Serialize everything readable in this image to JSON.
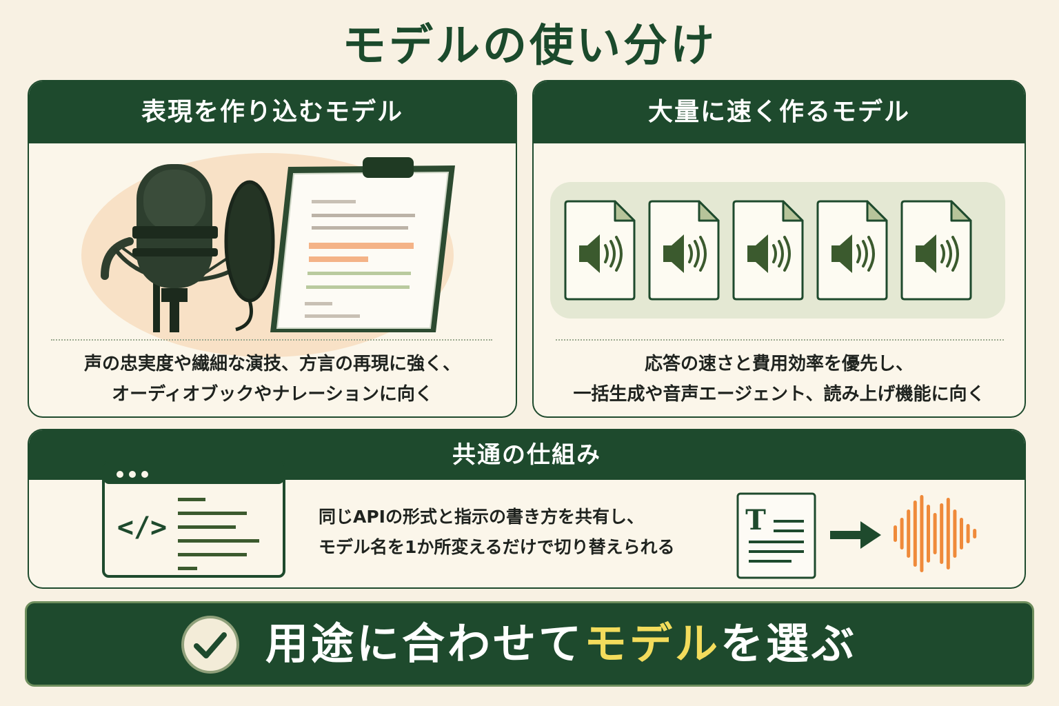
{
  "title": "モデルの使い分け",
  "left_card": {
    "heading": "表現を作り込むモデル",
    "description_line1": "声の忠実度や繊細な演技、方言の再現に強く、",
    "description_line2": "オーディオブックやナレーションに向く"
  },
  "right_card": {
    "heading": "大量に速く作るモデル",
    "description_line1": "応答の速さと費用効率を優先し、",
    "description_line2": "一括生成や音声エージェント、読み上げ機能に向く"
  },
  "common_card": {
    "heading": "共通の仕組み",
    "description_line1": "同じAPIの形式と指示の書き方を共有し、",
    "description_line2": "モデル名を1か所変えるだけで切り替えられる",
    "code_glyph": "</>",
    "text_glyph": "T"
  },
  "banner": {
    "text_before": "用途に合わせて",
    "text_highlight": "モデル",
    "text_after": "を選ぶ"
  },
  "colors": {
    "dark_green": "#1e4a2d",
    "background": "#f8f1e3",
    "highlight_yellow": "#f3dc5c",
    "accent_orange": "#ef8a3a"
  }
}
